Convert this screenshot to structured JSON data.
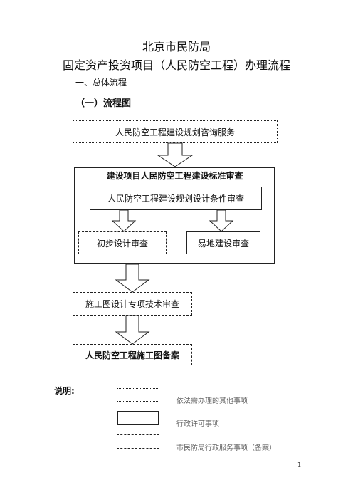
{
  "header": {
    "title_line1": "北京市民防局",
    "title_line2": "固定资产投资项目（人民防空工程）办理流程"
  },
  "sections": {
    "overall": "一、总体流程",
    "flowchart": "（一）流程图"
  },
  "flow": {
    "consulting": "人民防空工程建设规划咨询服务",
    "group_title": "建设项目人民防空工程建设标准审查",
    "planning_review": "人民防空工程建设规划设计条件审查",
    "preliminary_design": "初步设计审查",
    "relocation_review": "易地建设审查",
    "construction_review": "施工图设计专项技术审查",
    "filing": "人民防空工程施工图备案"
  },
  "legend": {
    "title": "说明:",
    "items": [
      {
        "style": "dotted",
        "label": "依法需办理的其他事项"
      },
      {
        "style": "solid",
        "label": "行政许可事项"
      },
      {
        "style": "dashdot",
        "label": "市民防局行政服务事项（备案）"
      }
    ]
  },
  "page_number": "1"
}
